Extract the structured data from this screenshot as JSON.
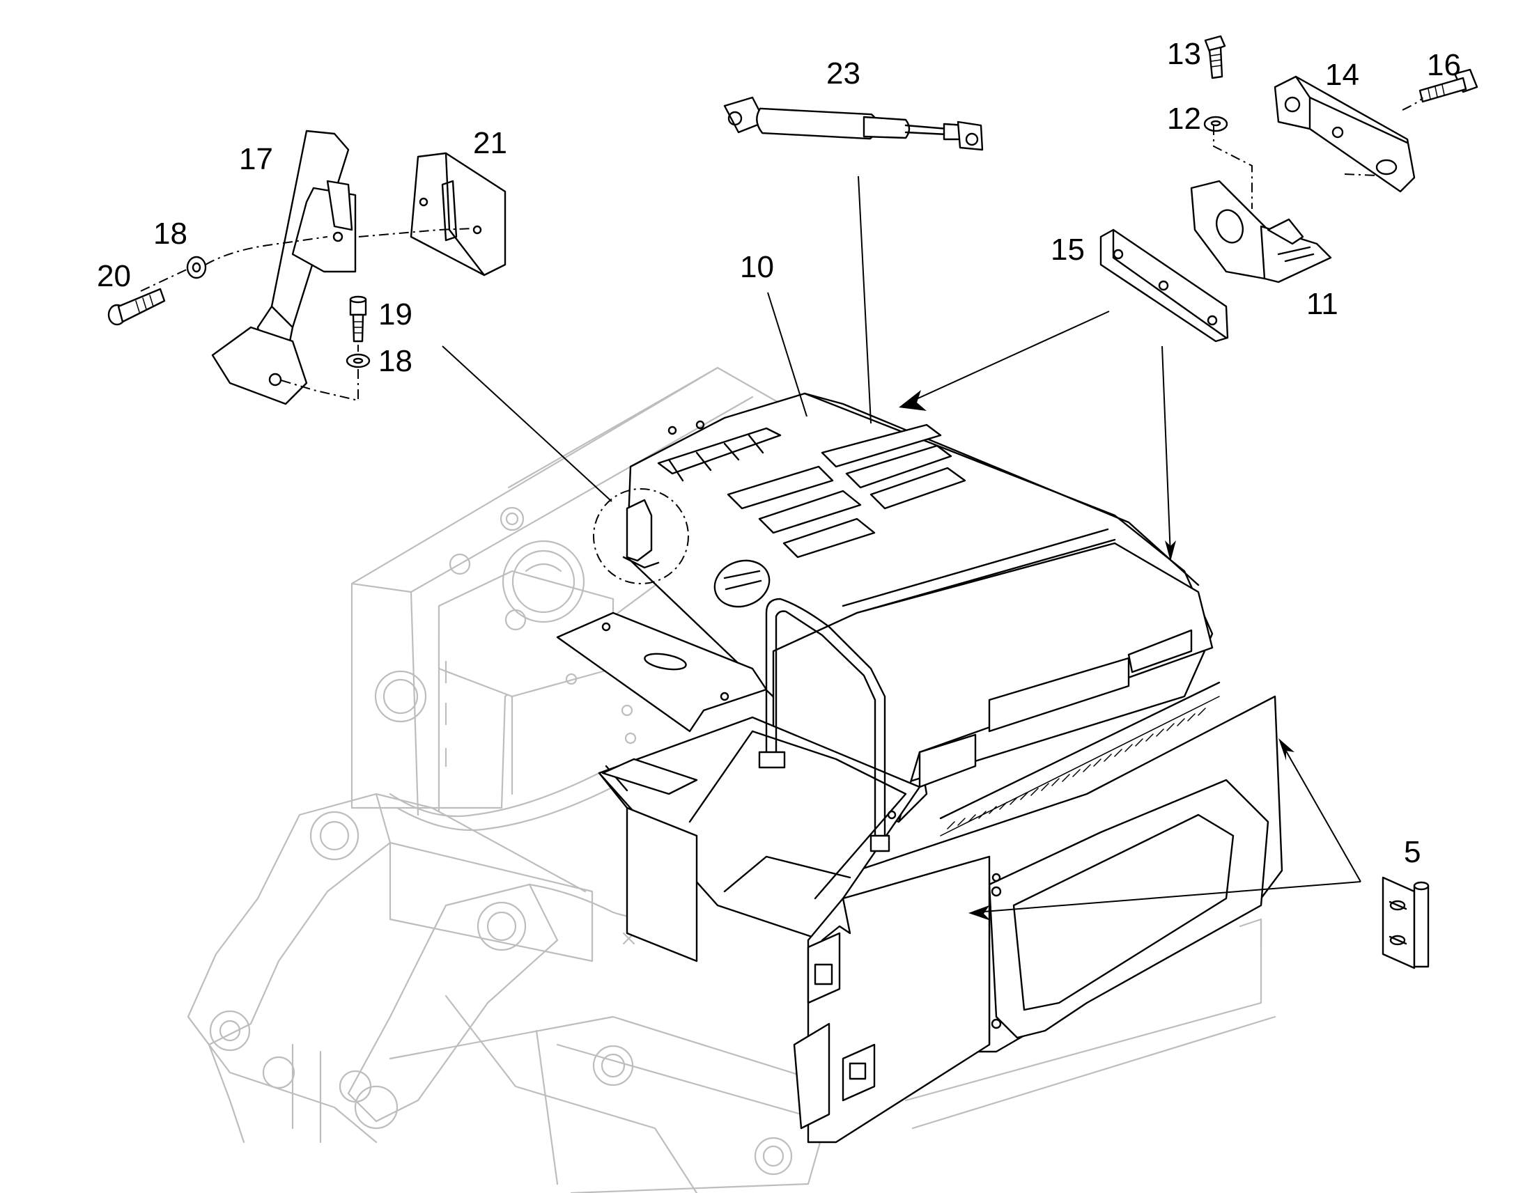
{
  "callouts": {
    "c23": "23",
    "c13": "13",
    "c12": "12",
    "c14": "14",
    "c16": "16",
    "c17": "17",
    "c21": "21",
    "c18a": "18",
    "c20": "20",
    "c19": "19",
    "c18b": "18",
    "c10": "10",
    "c15": "15",
    "c11": "11",
    "c5": "5"
  },
  "colors": {
    "ink": "#000000",
    "ghost": "#bdbdbd",
    "background": "#ffffff"
  }
}
